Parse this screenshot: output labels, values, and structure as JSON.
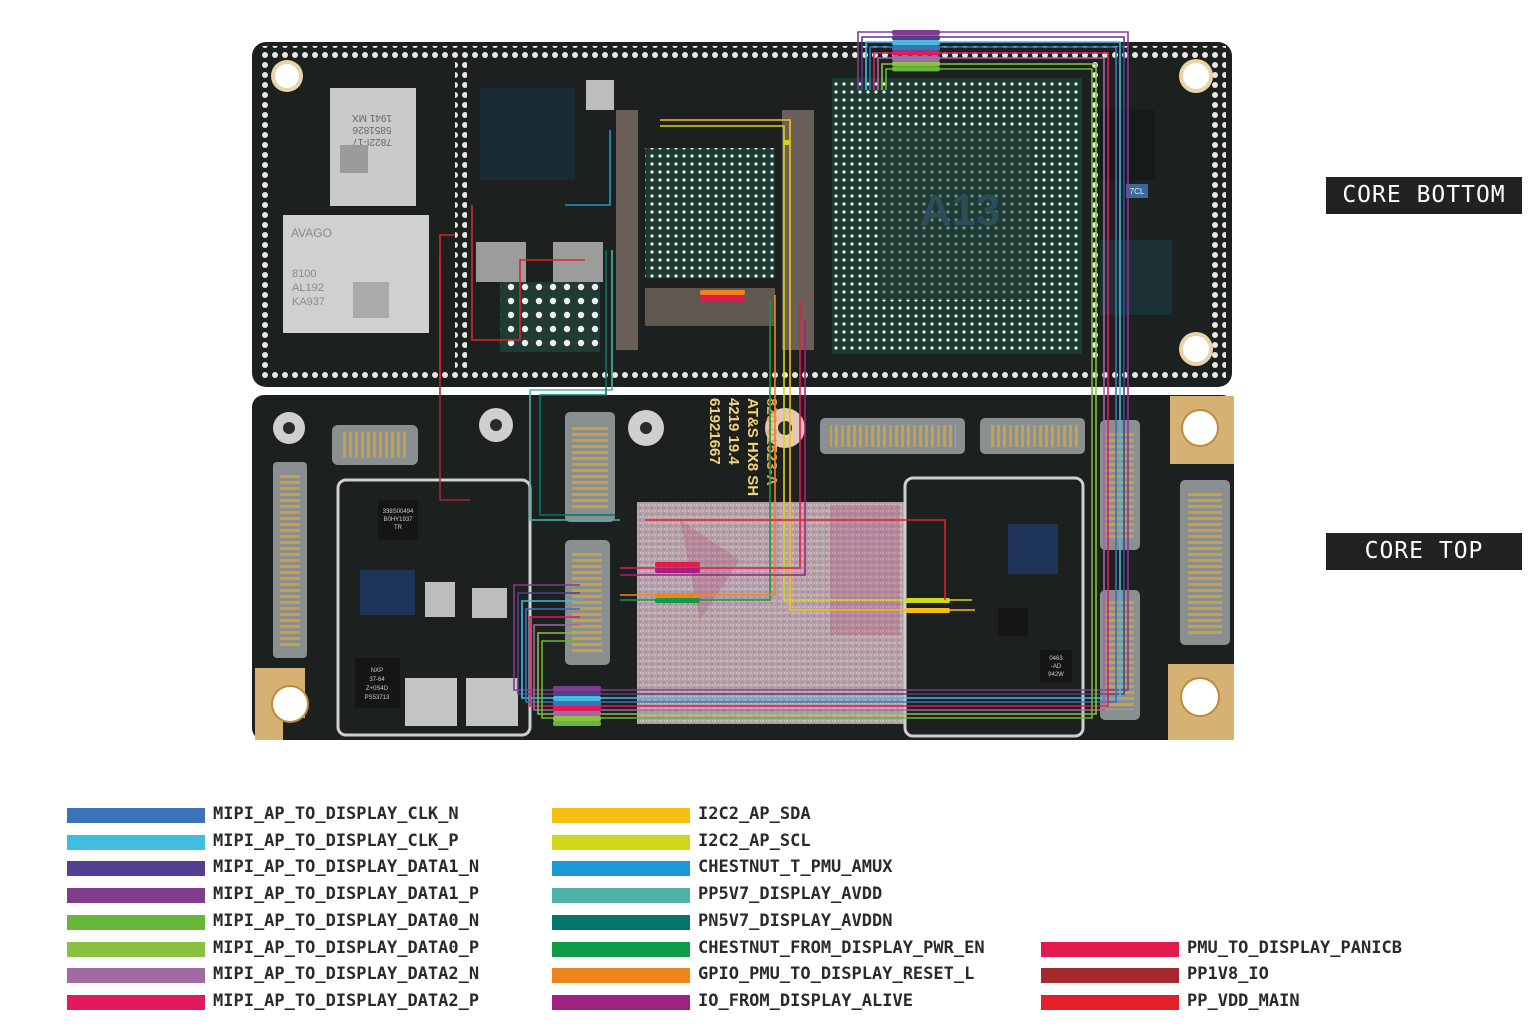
{
  "board": {
    "part_number": "820-01523-A",
    "vendor_line": "AT&S HX8 SH",
    "date_line": "4219 19.4",
    "serial": "61921667",
    "chips": {
      "avago_brand": "AVAGO",
      "avago_line1": "8100",
      "avago_line2": "AL192",
      "avago_line3": "KA937",
      "skyworks_line1": "1941 MX",
      "skyworks_line2": "5851826",
      "skyworks_line3": "7822I-17",
      "soc_mark": "A13",
      "ti_line1": "338S00494",
      "ti_line2": "B0HY1937",
      "ti_line3": "TR",
      "nxp_line1": "NXP",
      "nxp_line2": "37-64",
      "nxp_line3": "Z+0S4D",
      "nxp_line4": "PS53713",
      "misc_7cl": "7CL",
      "misc_0463": "0463",
      "misc_ad": "-AD",
      "misc_942w": "942W"
    },
    "colors": {
      "pcb": "#1c211f",
      "pcb_dark": "#141816",
      "pad": "#e8e6e0",
      "shield": "#c9cacb",
      "gold": "#c9a04a",
      "bga": "#1d3a33"
    }
  },
  "panels": {
    "bottom_label": "CORE BOTTOM",
    "top_label": "CORE TOP"
  },
  "legend": {
    "columns": [
      [
        {
          "name": "MIPI_AP_TO_DISPLAY_CLK_N",
          "color": "#3b72b8"
        },
        {
          "name": "MIPI_AP_TO_DISPLAY_CLK_P",
          "color": "#41bde0"
        },
        {
          "name": "MIPI_AP_TO_DISPLAY_DATA1_N",
          "color": "#513f92"
        },
        {
          "name": "MIPI_AP_TO_DISPLAY_DATA1_P",
          "color": "#823c8e"
        },
        {
          "name": "MIPI_AP_TO_DISPLAY_DATA0_N",
          "color": "#67b73a"
        },
        {
          "name": "MIPI_AP_TO_DISPLAY_DATA0_P",
          "color": "#8bc142"
        },
        {
          "name": "MIPI_AP_TO_DISPLAY_DATA2_N",
          "color": "#a06aa4"
        },
        {
          "name": "MIPI_AP_TO_DISPLAY_DATA2_P",
          "color": "#e2195d"
        }
      ],
      [
        {
          "name": "I2C2_AP_SDA",
          "color": "#f8bf13"
        },
        {
          "name": "I2C2_AP_SCL",
          "color": "#d2d81c"
        },
        {
          "name": "CHESTNUT_T_PMU_AMUX",
          "color": "#1c9ad6"
        },
        {
          "name": "PP5V7_DISPLAY_AVDD",
          "color": "#4db3ab"
        },
        {
          "name": "PN5V7_DISPLAY_AVDDN",
          "color": "#03756a"
        },
        {
          "name": "CHESTNUT_FROM_DISPLAY_PWR_EN",
          "color": "#0f9b48"
        },
        {
          "name": "GPIO_PMU_TO_DISPLAY_RESET_L",
          "color": "#ee841c"
        },
        {
          "name": "IO_FROM_DISPLAY_ALIVE",
          "color": "#a2207f"
        }
      ],
      [
        {
          "name": "PMU_TO_DISPLAY_PANICB",
          "color": "#e31b4d"
        },
        {
          "name": "PP1V8_IO",
          "color": "#a52a30"
        },
        {
          "name": "PP_VDD_MAIN",
          "color": "#e4202a"
        }
      ]
    ]
  }
}
